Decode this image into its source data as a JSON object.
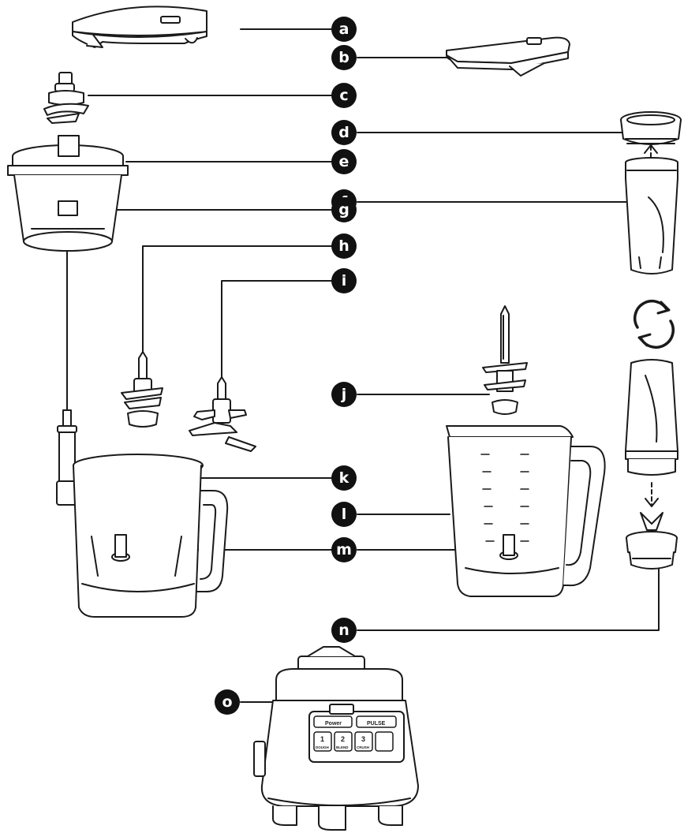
{
  "callouts": {
    "a": "a",
    "b": "b",
    "c": "c",
    "d": "d",
    "e": "e",
    "f": "f",
    "g": "g",
    "h": "h",
    "i": "i",
    "j": "j",
    "k": "k",
    "l": "l",
    "m": "m",
    "n": "n",
    "o": "o"
  },
  "control_panel": {
    "power": "Power",
    "pulse": "PULSE",
    "btn1": "1",
    "btn1_sub": "DOUGH",
    "btn2": "2",
    "btn2_sub": "BLEND",
    "btn3": "3",
    "btn3_sub": "CRUSH"
  },
  "colors": {
    "line": "#1a1a1a",
    "callout_fill": "#111111",
    "parts_gray": "#f4f4f4"
  }
}
